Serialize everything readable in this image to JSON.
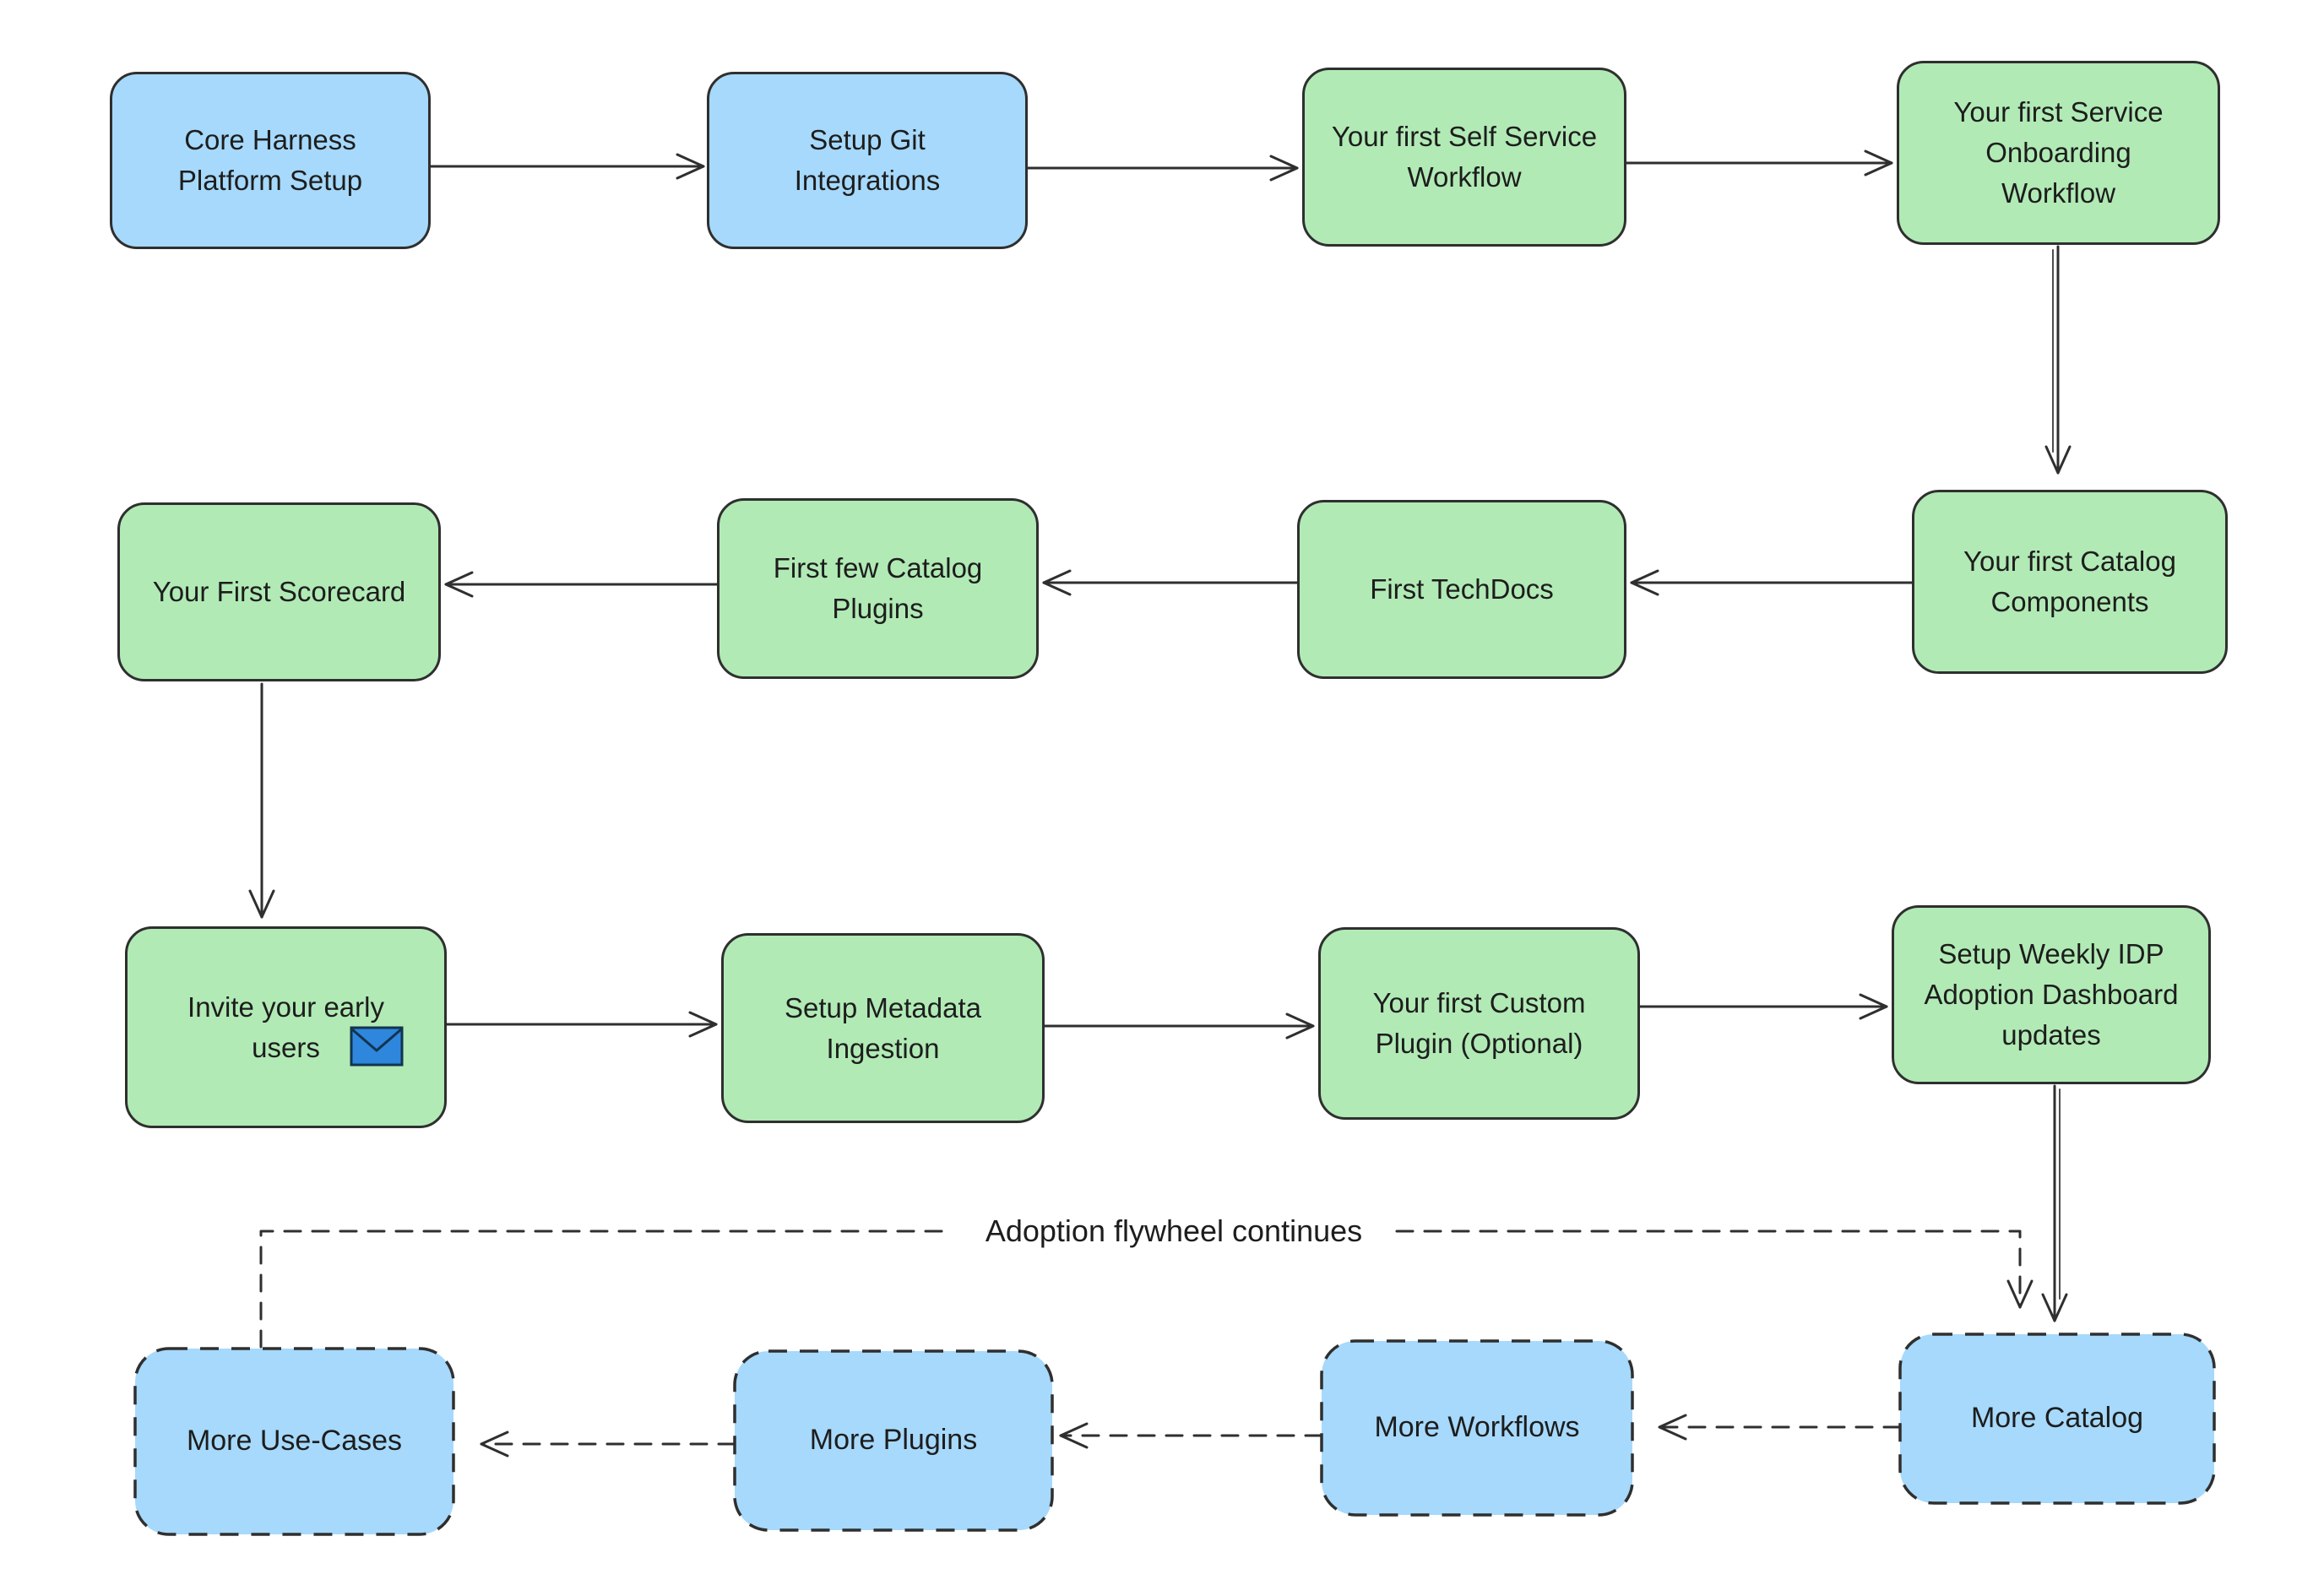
{
  "diagram": {
    "flywheel_label": "Adoption flywheel continues",
    "nodes": [
      {
        "id": "core-harness-platform-setup",
        "label": "Core Harness Platform Setup",
        "fill": "blue",
        "border": "solid"
      },
      {
        "id": "setup-git-integrations",
        "label": "Setup Git Integrations",
        "fill": "blue",
        "border": "solid"
      },
      {
        "id": "first-self-service-workflow",
        "label": "Your first Self Service Workflow",
        "fill": "green",
        "border": "solid"
      },
      {
        "id": "first-service-onboarding-workflow",
        "label": "Your first Service Onboarding Workflow",
        "fill": "green",
        "border": "solid"
      },
      {
        "id": "first-catalog-components",
        "label": "Your first Catalog Components",
        "fill": "green",
        "border": "solid"
      },
      {
        "id": "first-techdocs",
        "label": "First TechDocs",
        "fill": "green",
        "border": "solid"
      },
      {
        "id": "first-few-catalog-plugins",
        "label": "First few Catalog Plugins",
        "fill": "green",
        "border": "solid"
      },
      {
        "id": "first-scorecard",
        "label": "Your First Scorecard",
        "fill": "green",
        "border": "solid"
      },
      {
        "id": "invite-early-users",
        "label": "Invite your early users",
        "fill": "green",
        "border": "solid",
        "icon": "envelope"
      },
      {
        "id": "setup-metadata-ingestion",
        "label": "Setup Metadata Ingestion",
        "fill": "green",
        "border": "solid"
      },
      {
        "id": "first-custom-plugin",
        "label": "Your first Custom Plugin (Optional)",
        "fill": "green",
        "border": "solid"
      },
      {
        "id": "weekly-idp-adoption-dashboard",
        "label": "Setup Weekly IDP Adoption Dashboard updates",
        "fill": "green",
        "border": "solid"
      },
      {
        "id": "more-catalog",
        "label": "More Catalog",
        "fill": "blue",
        "border": "dashed"
      },
      {
        "id": "more-workflows",
        "label": "More Workflows",
        "fill": "blue",
        "border": "dashed"
      },
      {
        "id": "more-plugins",
        "label": "More Plugins",
        "fill": "blue",
        "border": "dashed"
      },
      {
        "id": "more-use-cases",
        "label": "More Use-Cases",
        "fill": "blue",
        "border": "dashed"
      }
    ],
    "edges": [
      {
        "from": "core-harness-platform-setup",
        "to": "setup-git-integrations",
        "style": "solid"
      },
      {
        "from": "setup-git-integrations",
        "to": "first-self-service-workflow",
        "style": "solid"
      },
      {
        "from": "first-self-service-workflow",
        "to": "first-service-onboarding-workflow",
        "style": "solid"
      },
      {
        "from": "first-service-onboarding-workflow",
        "to": "first-catalog-components",
        "style": "solid"
      },
      {
        "from": "first-catalog-components",
        "to": "first-techdocs",
        "style": "solid"
      },
      {
        "from": "first-techdocs",
        "to": "first-few-catalog-plugins",
        "style": "solid"
      },
      {
        "from": "first-few-catalog-plugins",
        "to": "first-scorecard",
        "style": "solid"
      },
      {
        "from": "first-scorecard",
        "to": "invite-early-users",
        "style": "solid"
      },
      {
        "from": "invite-early-users",
        "to": "setup-metadata-ingestion",
        "style": "solid"
      },
      {
        "from": "setup-metadata-ingestion",
        "to": "first-custom-plugin",
        "style": "solid"
      },
      {
        "from": "first-custom-plugin",
        "to": "weekly-idp-adoption-dashboard",
        "style": "solid"
      },
      {
        "from": "weekly-idp-adoption-dashboard",
        "to": "more-catalog",
        "style": "solid"
      },
      {
        "from": "more-catalog",
        "to": "more-workflows",
        "style": "dashed"
      },
      {
        "from": "more-workflows",
        "to": "more-plugins",
        "style": "dashed"
      },
      {
        "from": "more-plugins",
        "to": "more-use-cases",
        "style": "dashed"
      },
      {
        "from": "more-use-cases",
        "to": "more-catalog",
        "style": "dashed",
        "label": "Adoption flywheel continues"
      }
    ],
    "icons": {
      "envelope": "mail-envelope"
    },
    "colors": {
      "blue": "#a6d9fb",
      "green": "#b1eab5",
      "envelope": "#2e86dd",
      "stroke": "#2f2f2f",
      "text": "#1d1d1d",
      "background": "#ffffff"
    }
  }
}
